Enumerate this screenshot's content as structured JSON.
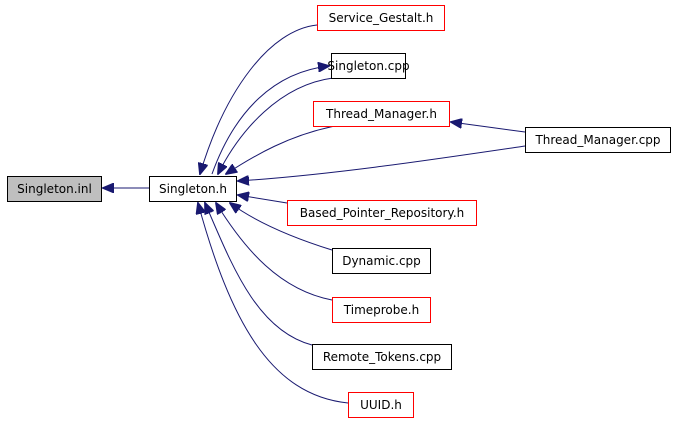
{
  "diagram": {
    "title": "Singleton.inl include dependency graph",
    "colors": {
      "edge": "#191970",
      "root_fill": "#bfbfbf",
      "normal_border": "#000000",
      "missing_border": "#ff0000",
      "node_fill": "#ffffff"
    },
    "nodes": [
      {
        "id": "singleton_inl",
        "label": "Singleton.inl",
        "style": "root"
      },
      {
        "id": "singleton_h",
        "label": "Singleton.h",
        "style": "normal"
      },
      {
        "id": "service_gestalt_h",
        "label": "Service_Gestalt.h",
        "style": "missing"
      },
      {
        "id": "singleton_cpp",
        "label": "Singleton.cpp",
        "style": "normal"
      },
      {
        "id": "thread_manager_h",
        "label": "Thread_Manager.h",
        "style": "missing"
      },
      {
        "id": "thread_manager_cpp",
        "label": "Thread_Manager.cpp",
        "style": "normal"
      },
      {
        "id": "based_pointer_repository_h",
        "label": "Based_Pointer_Repository.h",
        "style": "missing"
      },
      {
        "id": "dynamic_cpp",
        "label": "Dynamic.cpp",
        "style": "normal"
      },
      {
        "id": "timeprobe_h",
        "label": "Timeprobe.h",
        "style": "missing"
      },
      {
        "id": "remote_tokens_cpp",
        "label": "Remote_Tokens.cpp",
        "style": "normal"
      },
      {
        "id": "uuid_h",
        "label": "UUID.h",
        "style": "missing"
      }
    ],
    "edges": [
      {
        "from": "singleton_h",
        "to": "singleton_inl"
      },
      {
        "from": "service_gestalt_h",
        "to": "singleton_h"
      },
      {
        "from": "singleton_h",
        "to": "singleton_cpp"
      },
      {
        "from": "singleton_cpp",
        "to": "singleton_h"
      },
      {
        "from": "thread_manager_h",
        "to": "singleton_h"
      },
      {
        "from": "thread_manager_cpp",
        "to": "thread_manager_h"
      },
      {
        "from": "thread_manager_cpp",
        "to": "singleton_h"
      },
      {
        "from": "based_pointer_repository_h",
        "to": "singleton_h"
      },
      {
        "from": "dynamic_cpp",
        "to": "singleton_h"
      },
      {
        "from": "timeprobe_h",
        "to": "singleton_h"
      },
      {
        "from": "remote_tokens_cpp",
        "to": "singleton_h"
      },
      {
        "from": "uuid_h",
        "to": "singleton_h"
      }
    ]
  }
}
